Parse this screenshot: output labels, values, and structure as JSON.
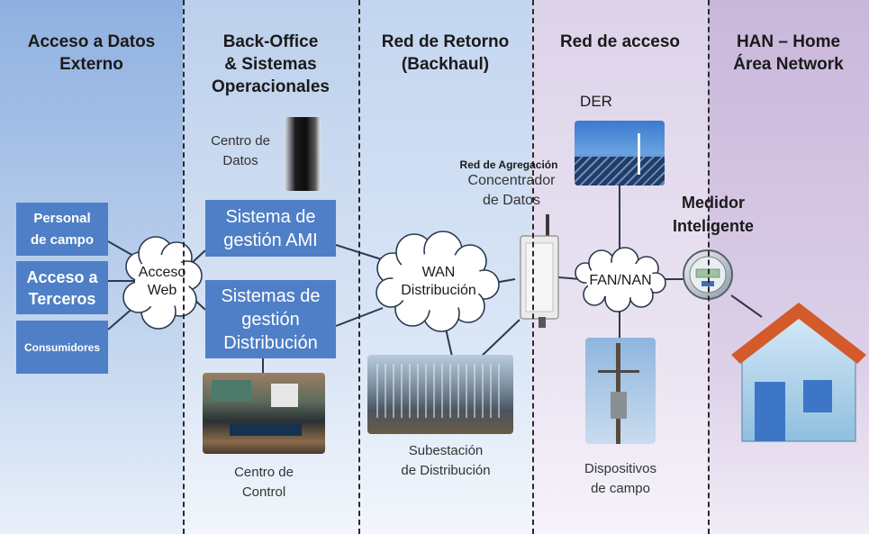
{
  "columns": {
    "acceso_datos": "Acceso a Datos\nExterno",
    "back_office": "Back-Office\n& Sistemas\nOperacionales",
    "red_retorno": "Red de Retorno\n(Backhaul)",
    "red_acceso": "Red de acceso",
    "han": "HAN – Home\nÁrea Network"
  },
  "external": {
    "personal": "Personal\nde campo",
    "terceros": "Acceso a\nTerceros",
    "consumidores": "Consumidores"
  },
  "clouds": {
    "acceso_web": "Acceso\nWeb",
    "wan": "WAN\nDistribución",
    "fan": "FAN/NAN"
  },
  "systems": {
    "ami": "Sistema de\ngestión AMI",
    "distribucion": "Sistemas de\ngestión\nDistribución"
  },
  "labels": {
    "centro_datos": "Centro de\nDatos",
    "centro_control": "Centro de\nControl",
    "red_agregacion": "Red de Agregación",
    "concentrador": "Concentrador\nde Datos",
    "subestacion": "Subestación\nde Distribución",
    "der": "DER",
    "medidor": "Medidor\nInteligente",
    "dispositivos": "Dispositivos\nde campo"
  },
  "colors": {
    "blue_box": "#4f7fc6",
    "col1": "#8fb0e0",
    "col2": "#bcd0ec",
    "col3": "#c8d8f0",
    "col4": "#ddd3ea",
    "col5": "#c9b7da",
    "roof": "#d35a2a"
  }
}
